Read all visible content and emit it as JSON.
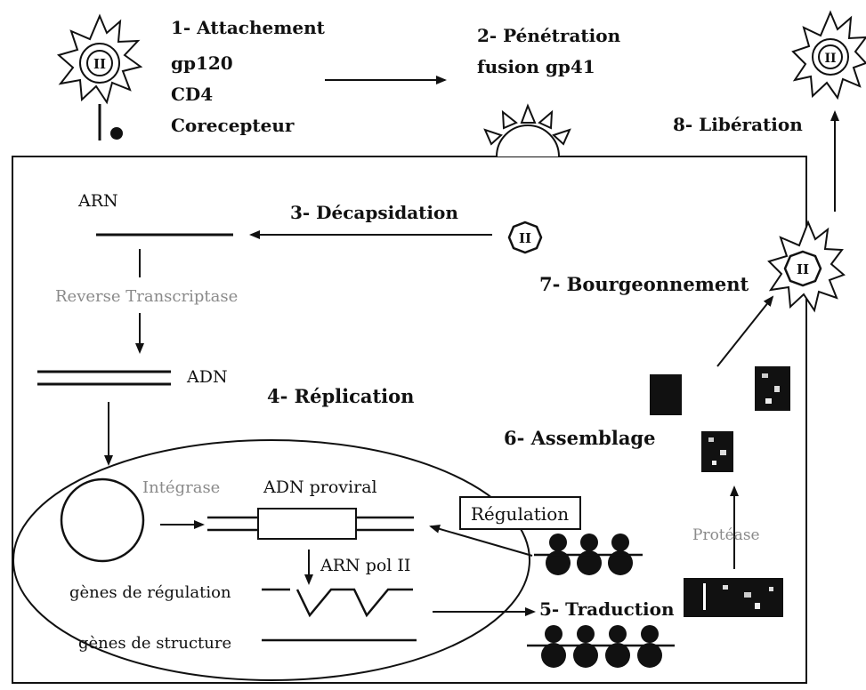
{
  "steps": {
    "attachment": "1- Attachement",
    "gp120": "gp120",
    "cd4": "CD4",
    "corecepteur": "Corecepteur",
    "penetration": "2- Pénétration",
    "fusion": "fusion gp41",
    "decapsidation": "3- Décapsidation",
    "replication": "4- Réplication",
    "traduction": "5- Traduction",
    "assemblage": "6- Assemblage",
    "bourgeonnement": "7- Bourgeonnement",
    "liberation": "8- Libération"
  },
  "molecules": {
    "arn": "ARN",
    "reverse_transcriptase": "Reverse Transcriptase",
    "adn": "ADN",
    "integrase": "Intégrase",
    "adn_proviral": "ADN proviral",
    "regulation": "Régulation",
    "arn_pol": "ARN pol II",
    "genes_regulation": "gènes de régulation",
    "genes_structure": "gènes de structure",
    "protease": "Protéase"
  },
  "virion_core_symbol": "II"
}
